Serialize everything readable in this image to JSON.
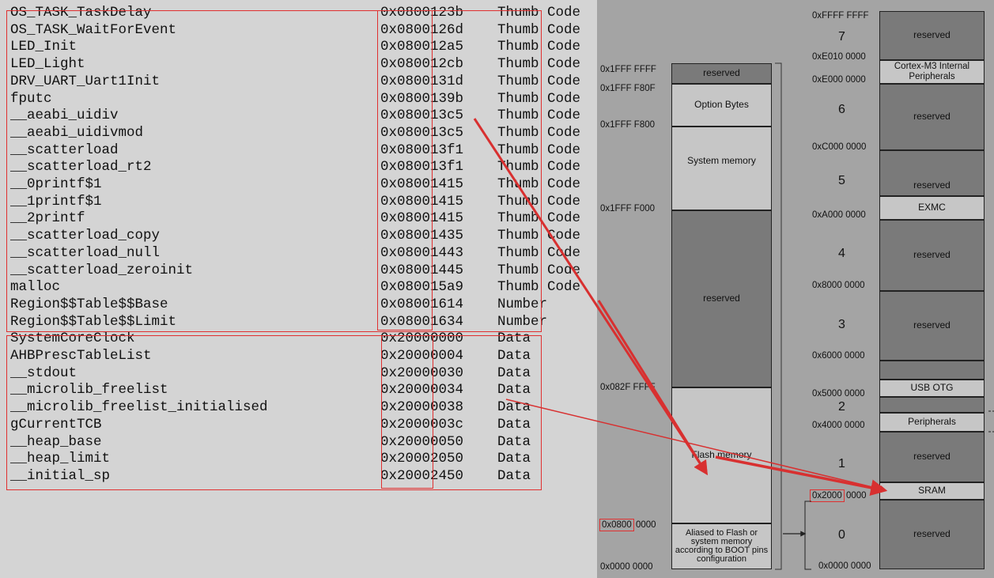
{
  "symbols": [
    {
      "name": "OS_TASK_TaskDelay",
      "addr": "0x0800123b",
      "type": "Thumb Code"
    },
    {
      "name": "OS_TASK_WaitForEvent",
      "addr": "0x0800126d",
      "type": "Thumb Code"
    },
    {
      "name": "LED_Init",
      "addr": "0x080012a5",
      "type": "Thumb Code"
    },
    {
      "name": "LED_Light",
      "addr": "0x080012cb",
      "type": "Thumb Code"
    },
    {
      "name": "DRV_UART_Uart1Init",
      "addr": "0x0800131d",
      "type": "Thumb Code"
    },
    {
      "name": "fputc",
      "addr": "0x0800139b",
      "type": "Thumb Code"
    },
    {
      "name": "__aeabi_uidiv",
      "addr": "0x080013c5",
      "type": "Thumb Code"
    },
    {
      "name": "__aeabi_uidivmod",
      "addr": "0x080013c5",
      "type": "Thumb Code"
    },
    {
      "name": "__scatterload",
      "addr": "0x080013f1",
      "type": "Thumb Code"
    },
    {
      "name": "__scatterload_rt2",
      "addr": "0x080013f1",
      "type": "Thumb Code"
    },
    {
      "name": "__0printf$1",
      "addr": "0x08001415",
      "type": "Thumb Code"
    },
    {
      "name": "__1printf$1",
      "addr": "0x08001415",
      "type": "Thumb Code"
    },
    {
      "name": "__2printf",
      "addr": "0x08001415",
      "type": "Thumb Code"
    },
    {
      "name": "__scatterload_copy",
      "addr": "0x08001435",
      "type": "Thumb Code"
    },
    {
      "name": "__scatterload_null",
      "addr": "0x08001443",
      "type": "Thumb Code"
    },
    {
      "name": "__scatterload_zeroinit",
      "addr": "0x08001445",
      "type": "Thumb Code"
    },
    {
      "name": "malloc",
      "addr": "0x080015a9",
      "type": "Thumb Code"
    },
    {
      "name": "Region$$Table$$Base",
      "addr": "0x08001614",
      "type": "Number"
    },
    {
      "name": "Region$$Table$$Limit",
      "addr": "0x08001634",
      "type": "Number"
    },
    {
      "name": "SystemCoreClock",
      "addr": "0x20000000",
      "type": "Data"
    },
    {
      "name": "AHBPrescTableList",
      "addr": "0x20000004",
      "type": "Data"
    },
    {
      "name": "__stdout",
      "addr": "0x20000030",
      "type": "Data"
    },
    {
      "name": "__microlib_freelist",
      "addr": "0x20000034",
      "type": "Data"
    },
    {
      "name": "__microlib_freelist_initialised",
      "addr": "0x20000038",
      "type": "Data"
    },
    {
      "name": "gCurrentTCB",
      "addr": "0x2000003c",
      "type": "Data"
    },
    {
      "name": "__heap_base",
      "addr": "0x20000050",
      "type": "Data"
    },
    {
      "name": "__heap_limit",
      "addr": "0x20002050",
      "type": "Data"
    },
    {
      "name": "__initial_sp",
      "addr": "0x20002450",
      "type": "Data"
    }
  ],
  "flash_map": {
    "addr_1fffffff": "0x1FFF FFFF",
    "addr_1ffff80f": "0x1FFF F80F",
    "addr_1ffff800": "0x1FFF F800",
    "addr_1ffff000": "0x1FFF F000",
    "addr_082fffff": "0x082F FFFF",
    "addr_0800_prefix": "0x0800",
    "addr_0800_suffix": "0000",
    "addr_00000000": "0x0000 0000",
    "reserved_top": "reserved",
    "option_bytes": "Option Bytes",
    "system_memory": "System memory",
    "reserved_mid": "reserved",
    "flash_memory": "Flash memory",
    "aliased": "Aliased to Flash or system memory according to BOOT pins configuration"
  },
  "global_map": {
    "addr_ffffffff": "0xFFFF FFFF",
    "addr_e0100000": "0xE010 0000",
    "addr_e0000000": "0xE000 0000",
    "addr_c0000000": "0xC000 0000",
    "addr_a0000000": "0xA000 0000",
    "addr_80000000": "0x8000 0000",
    "addr_60000000": "0x6000 0000",
    "addr_50000000": "0x5000 0000",
    "addr_40000000": "0x4000 0000",
    "addr_2000_prefix": "0x2000",
    "addr_2000_suffix": "0000",
    "addr_bottom": "0x0000 0000",
    "region_7": "7",
    "region_6": "6",
    "region_5": "5",
    "region_4": "4",
    "region_3": "3",
    "region_2": "2",
    "region_1": "1",
    "region_0": "0",
    "reserved": "reserved",
    "cortex": "Cortex-M3 Internal Peripherals",
    "exmc": "EXMC",
    "usb_otg": "USB OTG",
    "peripherals": "Peripherals",
    "sram": "SRAM"
  },
  "colors": {
    "highlight": "#e03030",
    "arrow": "#d83030"
  }
}
